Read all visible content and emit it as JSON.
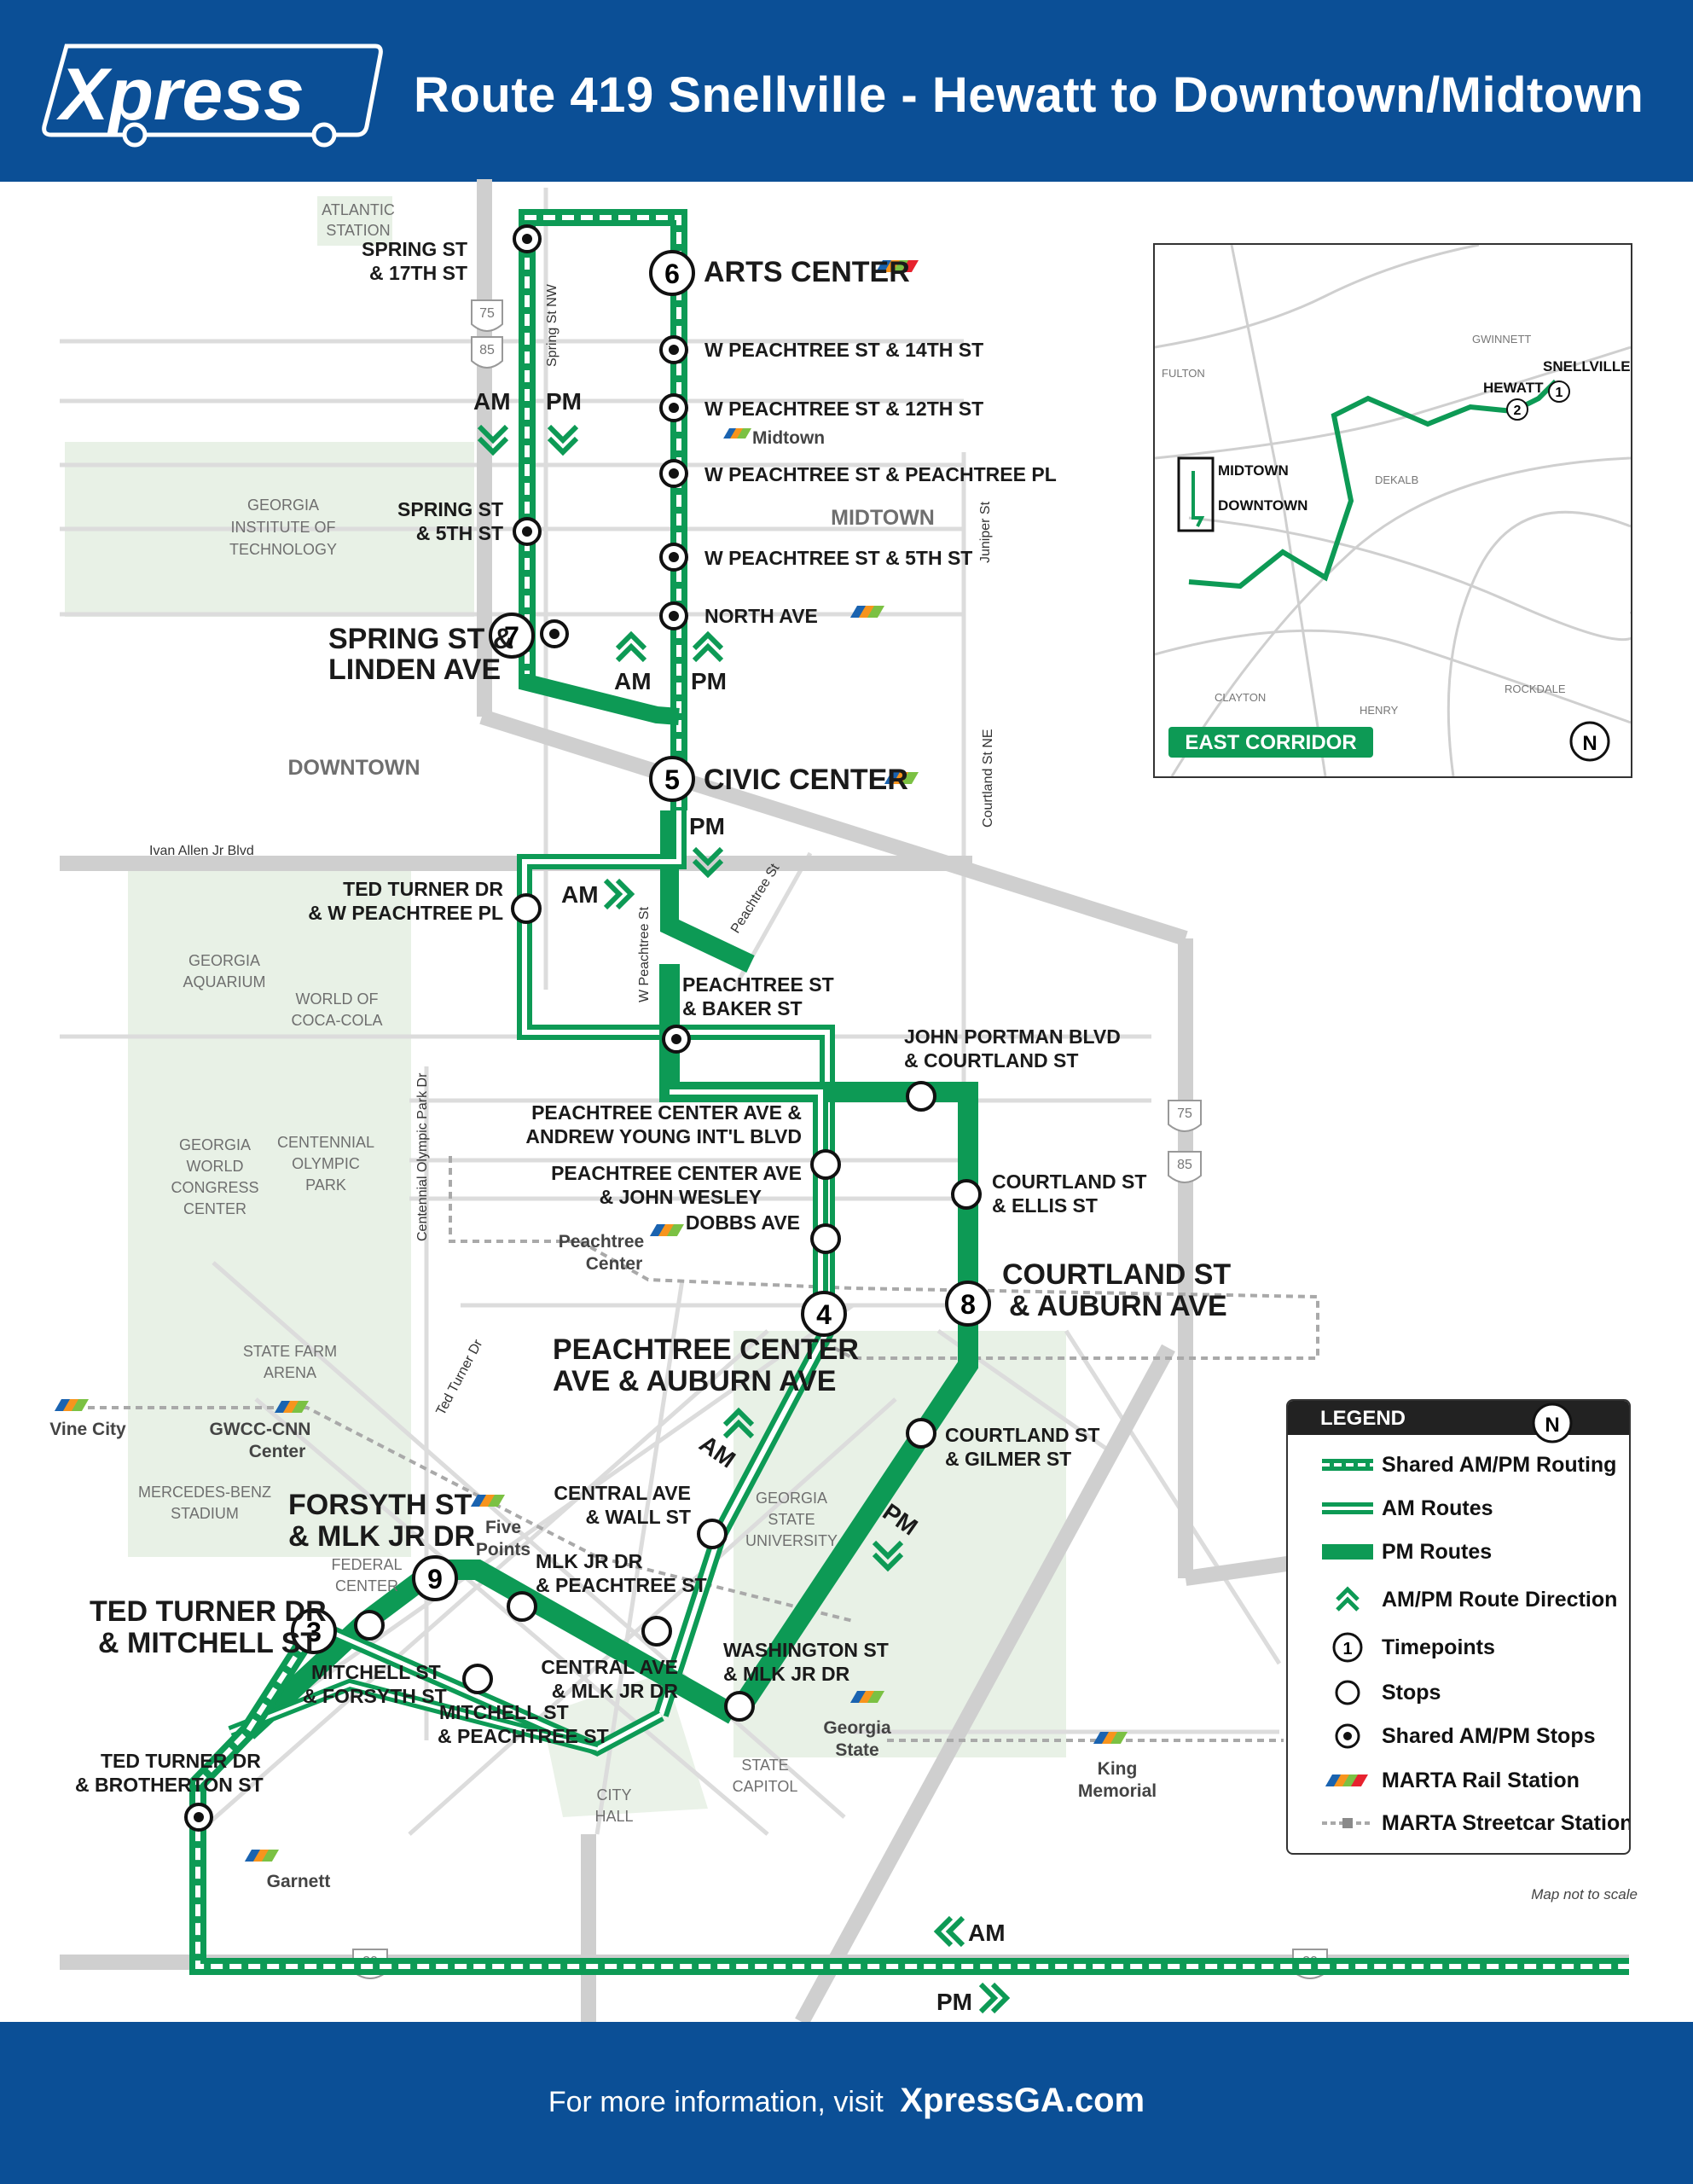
{
  "header": {
    "logo_text": "Xpress",
    "title": "Route 419 Snellville - Hewatt to Downtown/Midtown"
  },
  "footer": {
    "prefix": "For more information, visit",
    "url": "XpressGA.com"
  },
  "colors": {
    "brand_blue": "#0b4f96",
    "route_green": "#0d9a55",
    "road_gray": "#d9d9d9",
    "park_green": "#e8f1e6"
  },
  "timepoints": [
    {
      "num": "6",
      "label": "ARTS CENTER"
    },
    {
      "num": "7",
      "label": "SPRING ST &",
      "label2": "LINDEN AVE"
    },
    {
      "num": "5",
      "label": "CIVIC CENTER"
    },
    {
      "num": "4",
      "label": "PEACHTREE CENTER",
      "label2": "AVE & AUBURN AVE"
    },
    {
      "num": "8",
      "label": "COURTLAND ST",
      "label2": "& AUBURN AVE"
    },
    {
      "num": "9",
      "label": "FORSYTH ST",
      "label2": "& MLK JR DR"
    },
    {
      "num": "3",
      "label": "TED TURNER DR",
      "label2": "& MITCHELL ST"
    }
  ],
  "stops": {
    "spring_17th": [
      "SPRING ST",
      "& 17TH ST"
    ],
    "wp_14th": "W PEACHTREE ST & 14TH ST",
    "wp_12th": "W PEACHTREE ST & 12TH ST",
    "wp_peachtree_pl": "W PEACHTREE ST & PEACHTREE PL",
    "spring_5th": [
      "SPRING ST",
      "& 5TH ST"
    ],
    "wp_5th": "W PEACHTREE ST & 5TH ST",
    "north_ave": "NORTH AVE",
    "ted_turner_wp": [
      "TED TURNER DR",
      "& W PEACHTREE PL"
    ],
    "peachtree_baker": [
      "PEACHTREE ST",
      "& BAKER ST"
    ],
    "john_portman": [
      "JOHN PORTMAN BLVD",
      "& COURTLAND ST"
    ],
    "pc_andrew_young": [
      "PEACHTREE CENTER AVE &",
      "ANDREW YOUNG INT'L BLVD"
    ],
    "pc_dobbs": [
      "PEACHTREE CENTER AVE",
      "& JOHN WESLEY",
      "DOBBS AVE"
    ],
    "courtland_ellis": [
      "COURTLAND ST",
      "& ELLIS ST"
    ],
    "courtland_gilmer": [
      "COURTLAND ST",
      "& GILMER ST"
    ],
    "central_wall": [
      "CENTRAL AVE",
      "& WALL ST"
    ],
    "mlk_peachtree": [
      "MLK JR DR",
      "& PEACHTREE ST"
    ],
    "central_mlk": [
      "CENTRAL AVE",
      "& MLK JR DR"
    ],
    "washington_mlk": [
      "WASHINGTON ST",
      "& MLK JR DR"
    ],
    "mitchell_forsyth": [
      "MITCHELL ST",
      "& FORSYTH ST"
    ],
    "mitchell_peachtree": [
      "MITCHELL ST",
      "& PEACHTREE ST"
    ],
    "ted_turner_brotherton": [
      "TED TURNER DR",
      "& BROTHERTON ST"
    ]
  },
  "areas": {
    "atlantic": [
      "ATLANTIC",
      "STATION"
    ],
    "gatech": [
      "GEORGIA",
      "INSTITUTE OF",
      "TECHNOLOGY"
    ],
    "midtown": "MIDTOWN",
    "downtown": "DOWNTOWN",
    "aquarium": [
      "GEORGIA",
      "AQUARIUM"
    ],
    "coke": [
      "WORLD OF",
      "COCA-COLA"
    ],
    "gwcc": [
      "GEORGIA",
      "WORLD",
      "CONGRESS",
      "CENTER"
    ],
    "centennial": [
      "CENTENNIAL",
      "OLYMPIC",
      "PARK"
    ],
    "state_farm": [
      "STATE FARM",
      "ARENA"
    ],
    "mercedes": [
      "MERCEDES-BENZ",
      "STADIUM"
    ],
    "federal": [
      "FEDERAL",
      "CENTER"
    ],
    "gsu": [
      "GEORGIA",
      "STATE",
      "UNIVERSITY"
    ],
    "capitol": [
      "STATE",
      "CAPITOL"
    ],
    "city_hall": [
      "CITY",
      "HALL"
    ]
  },
  "streets": {
    "spring_nw": "Spring St NW",
    "juniper": "Juniper St",
    "courtland_ne": "Courtland St NE",
    "ivan_allen": "Ivan Allen Jr Blvd",
    "peachtree": "Peachtree St",
    "w_peachtree": "W Peachtree St",
    "centennial_olympic": "Centennial Olympic Park Dr",
    "ted_turner": "Ted Turner Dr"
  },
  "stations": {
    "midtown": "Midtown",
    "peachtree_center": [
      "Peachtree",
      "Center"
    ],
    "vine_city": "Vine City",
    "gwcc_cnn": [
      "GWCC-CNN",
      "Center"
    ],
    "five_points": [
      "Five",
      "Points"
    ],
    "georgia_state": [
      "Georgia",
      "State"
    ],
    "king_memorial": [
      "King",
      "Memorial"
    ],
    "garnett": "Garnett"
  },
  "directions": {
    "am": "AM",
    "pm": "PM"
  },
  "highways": {
    "i75": "75",
    "i85": "85",
    "i20": "20"
  },
  "inset": {
    "fulton": "FULTON",
    "gwinnett": "GWINNETT",
    "dekalb": "DEKALB",
    "clayton": "CLAYTON",
    "henry": "HENRY",
    "rockdale": "ROCKDALE",
    "hewatt": "HEWATT",
    "snellville": "SNELLVILLE",
    "midtown": "MIDTOWN",
    "downtown": "DOWNTOWN",
    "tp1": "1",
    "tp2": "2",
    "corridor": "EAST CORRIDOR",
    "north": "N"
  },
  "legend": {
    "title": "LEGEND",
    "items": [
      "Shared AM/PM Routing",
      "AM Routes",
      "PM Routes",
      "AM/PM Route Direction",
      "Timepoints",
      "Stops",
      "Shared AM/PM Stops",
      "MARTA Rail Station",
      "MARTA Streetcar Station"
    ],
    "tp_num": "1",
    "north": "N"
  },
  "note": "Map not to scale"
}
